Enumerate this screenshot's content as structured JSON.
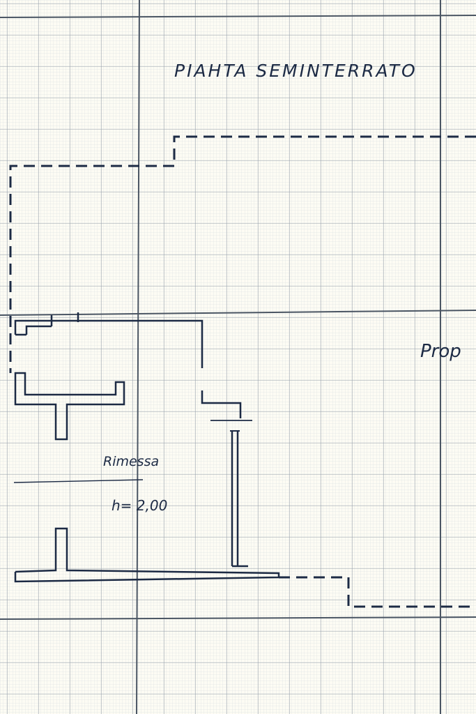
{
  "drawing": {
    "title": "PIAHTA SEMINTERRATO",
    "room_name": "Rimessa",
    "room_height": "h= 2,00",
    "side_label": "Prop"
  },
  "colors": {
    "paper": "#fdfcf4",
    "grid_fine": "#c9cfd6",
    "grid_major": "#9aa3ad",
    "grid_heavy": "#4a5563",
    "ink": "#1c2a44"
  }
}
